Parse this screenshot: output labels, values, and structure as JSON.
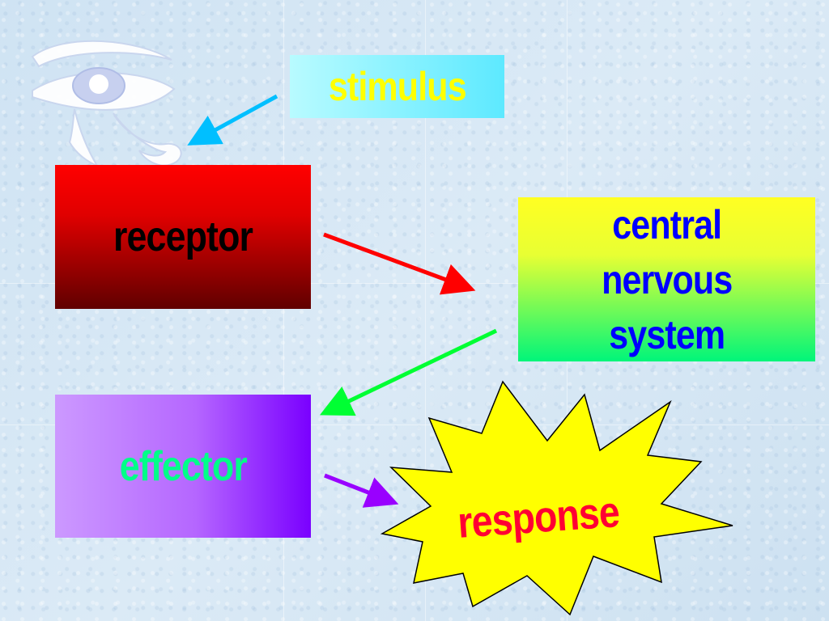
{
  "diagram": {
    "nodes": {
      "stimulus": "stimulus",
      "receptor": "receptor",
      "cns": [
        "central",
        "nervous",
        "system"
      ],
      "effector": "effector",
      "response": "response"
    },
    "edges": [
      {
        "from": "stimulus",
        "to": "receptor",
        "color": "#00bfff"
      },
      {
        "from": "receptor",
        "to": "cns",
        "color": "#ff0000"
      },
      {
        "from": "cns",
        "to": "effector",
        "color": "#00ff33"
      },
      {
        "from": "effector",
        "to": "response",
        "color": "#9900ff"
      }
    ]
  },
  "decor": {
    "icon": "eye-of-horus-icon",
    "colors": {
      "stimulus_text": "#ffff00",
      "receptor_text": "#000000",
      "cns_text": "#0000ff",
      "effector_text": "#00ff88",
      "response_text": "#ff0033",
      "starburst_fill": "#ffff00"
    }
  }
}
